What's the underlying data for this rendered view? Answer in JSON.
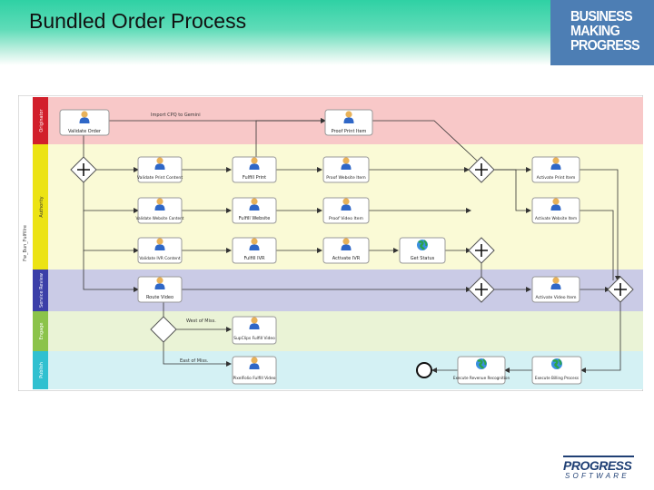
{
  "slide": {
    "title": "Bundled Order Process"
  },
  "brand": {
    "line1": "BUSINESS",
    "line2": "MAKING",
    "line3": "PROGRESS",
    "colour": "#4d7eb4"
  },
  "footer": {
    "logo_word": "PROGRESS",
    "logo_sub": "SOFTWARE"
  },
  "lanes": [
    {
      "label": "Originator",
      "color": "#f8c8c8",
      "tab": "#d21f2b"
    },
    {
      "label": "Authority",
      "color": "#fafad6",
      "tab": "#ece314"
    },
    {
      "label": "Service Review",
      "color": "#cacbe6",
      "tab": "#3b3fa8"
    },
    {
      "label": "Engage",
      "color": "#eaf3d6",
      "tab": "#8bc34a"
    },
    {
      "label": "Publish",
      "color": "#d4f1f4",
      "tab": "#30c0d0"
    }
  ],
  "pool_label": "Fw_Bun_Fulfillre",
  "tasks": {
    "validate_order": "Validate Order",
    "proof_print_item": "Proof Print Item",
    "validate_print": "Validate Print Content",
    "fulfill_print": "Fulfill Print",
    "proof_website_item": "Proof Website Item",
    "activate_print": "Activate Print Item",
    "validate_website": "Validate Website Content",
    "fulfill_website": "Fulfill Website",
    "proof_video": "Proof Video Item",
    "activate_website": "Activate Website Item",
    "validate_ivr": "Validate IVR Content",
    "fulfill_ivr": "Fulfill IVR",
    "activate_ivr": "Activate IVR",
    "get_status": "Get Status",
    "route_video": "Route Video",
    "activate_video": "Activate Video Item",
    "supclips": "SupClips Fulfill Video",
    "pixelfolio": "PixelFolio Fulfill Video",
    "revenue": "Execute Revenue Recognition",
    "billing": "Execute Billing Process"
  },
  "flow_labels": {
    "import_cpq": "Import CPQ to Gemini",
    "west": "West of Miss.",
    "east": "East of Miss."
  }
}
